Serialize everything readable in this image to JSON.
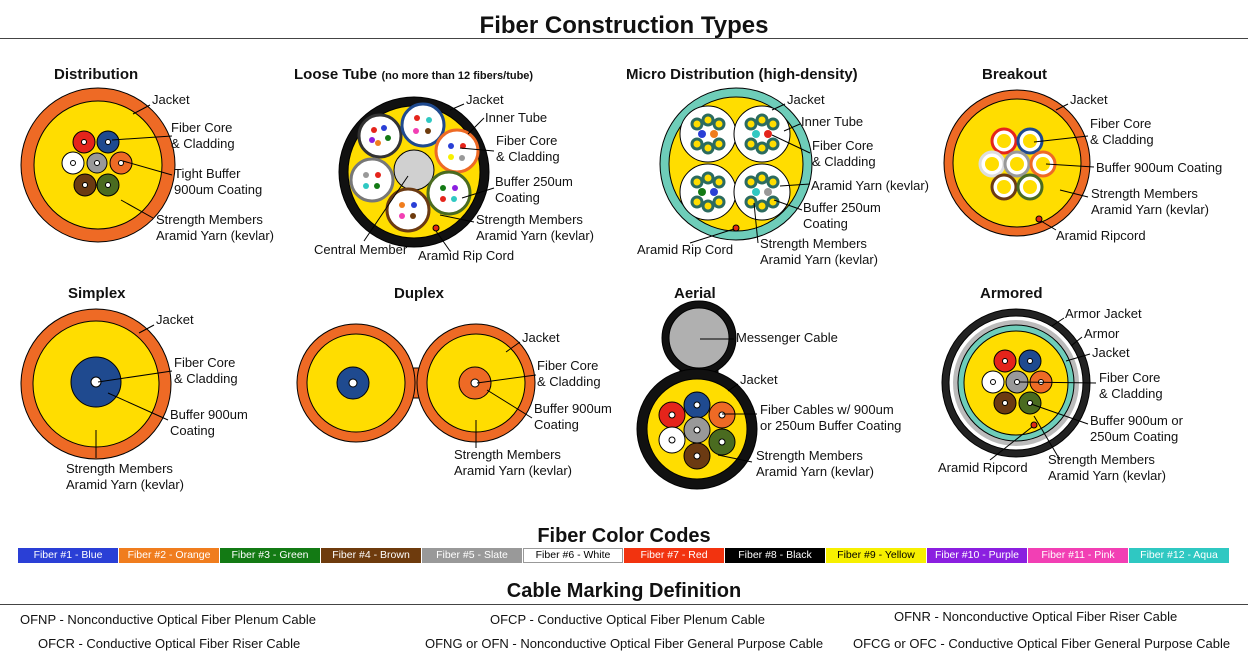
{
  "title": "Fiber Construction Types",
  "sections": {
    "distribution": {
      "title": "Distribution",
      "labels": [
        "Jacket",
        "Fiber Core\n& Cladding",
        "Tight Buffer\n900um Coating",
        "Strength Members\nAramid Yarn (kevlar)"
      ]
    },
    "loose_tube": {
      "title": "Loose Tube",
      "note": "(no more than 12 fibers/tube)",
      "labels": [
        "Jacket",
        "Inner Tube",
        "Fiber Core\n& Cladding",
        "Buffer 250um\nCoating",
        "Strength Members\nAramid Yarn (kevlar)",
        "Central Member",
        "Aramid Rip Cord"
      ]
    },
    "micro": {
      "title": "Micro Distribution (high-density)",
      "labels": [
        "Jacket",
        "Inner Tube",
        "Fiber Core\n& Cladding",
        "Aramid Yarn (kevlar)",
        "Buffer 250um\nCoating",
        "Strength Members\nAramid Yarn (kevlar)",
        "Aramid Rip Cord"
      ]
    },
    "breakout": {
      "title": "Breakout",
      "labels": [
        "Jacket",
        "Fiber Core\n& Cladding",
        "Buffer 900um Coating",
        "Strength Members\nAramid Yarn (kevlar)",
        "Aramid Ripcord"
      ]
    },
    "simplex": {
      "title": "Simplex",
      "labels": [
        "Jacket",
        "Fiber Core\n& Cladding",
        "Buffer 900um\nCoating",
        "Strength Members\nAramid Yarn (kevlar)"
      ]
    },
    "duplex": {
      "title": "Duplex",
      "labels": [
        "Jacket",
        "Fiber Core\n& Cladding",
        "Buffer 900um\nCoating",
        "Strength Members\nAramid Yarn (kevlar)"
      ]
    },
    "aerial": {
      "title": "Aerial",
      "labels": [
        "Messenger Cable",
        "Jacket",
        "Fiber Cables w/ 900um\nor 250um Buffer Coating",
        "Strength Members\nAramid Yarn (kevlar)"
      ]
    },
    "armored": {
      "title": "Armored",
      "labels": [
        "Armor Jacket",
        "Armor",
        "Jacket",
        "Fiber Core\n& Cladding",
        "Buffer 900um or\n250um Coating",
        "Strength Members\nAramid Yarn (kevlar)",
        "Aramid Ripcord"
      ]
    }
  },
  "color_codes": {
    "title": "Fiber Color Codes",
    "items": [
      {
        "label": "Fiber #1 - Blue",
        "color": "#2a3fd6",
        "text": "#ffffff"
      },
      {
        "label": "Fiber #2 - Orange",
        "color": "#f07d1e",
        "text": "#ffffff"
      },
      {
        "label": "Fiber #3 - Green",
        "color": "#137a14",
        "text": "#ffffff"
      },
      {
        "label": "Fiber #4 - Brown",
        "color": "#6e3b0d",
        "text": "#ffffff"
      },
      {
        "label": "Fiber #5 - Slate",
        "color": "#999999",
        "text": "#ffffff"
      },
      {
        "label": "Fiber #6 - White",
        "color": "#ffffff",
        "text": "#000000"
      },
      {
        "label": "Fiber #7 - Red",
        "color": "#f2330f",
        "text": "#ffffff"
      },
      {
        "label": "Fiber #8 - Black",
        "color": "#000000",
        "text": "#ffffff"
      },
      {
        "label": "Fiber #9 - Yellow",
        "color": "#f7f000",
        "text": "#000000"
      },
      {
        "label": "Fiber #10 - Purple",
        "color": "#8b1fe0",
        "text": "#ffffff"
      },
      {
        "label": "Fiber #11 - Pink",
        "color": "#f23fb4",
        "text": "#ffffff"
      },
      {
        "label": "Fiber #12 - Aqua",
        "color": "#2fc8c2",
        "text": "#ffffff"
      }
    ]
  },
  "marking": {
    "title": "Cable Marking Definition",
    "items": [
      "OFNP - Nonconductive Optical Fiber Plenum Cable",
      "OFCP - Conductive Optical Fiber Plenum Cable",
      "OFNR - Nonconductive Optical Fiber Riser Cable",
      "OFCR - Conductive Optical Fiber Riser Cable",
      "OFNG or OFN - Nonconductive Optical Fiber General Purpose Cable",
      "OFCG or OFC - Conductive Optical Fiber General Purpose Cable"
    ]
  },
  "colors": {
    "jacket": "#ee6a25",
    "fill": "#ffdd00",
    "aqua_jacket": "#6ecdb9",
    "dark_blue": "#1f4a8f",
    "ripcord": "#e02b14"
  }
}
